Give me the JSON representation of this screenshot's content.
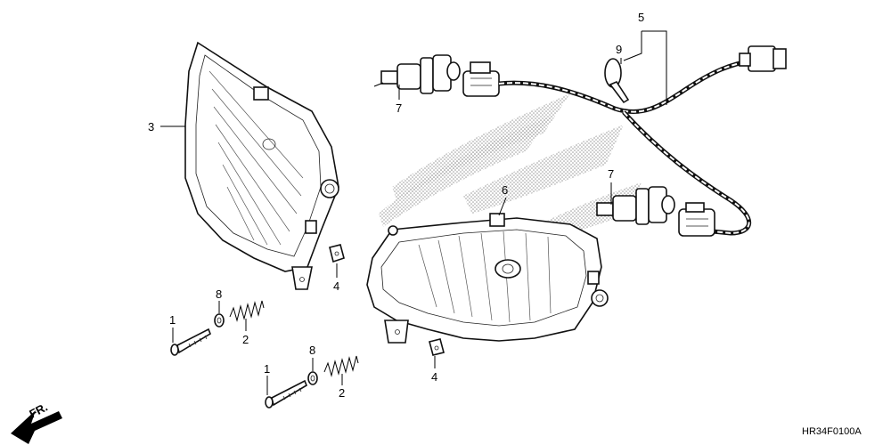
{
  "diagram": {
    "code": "HR34F0100A",
    "direction_label": "FR.",
    "callouts": {
      "bolt_a": "1",
      "bolt_b": "1",
      "spring_a": "2",
      "spring_b": "2",
      "housing_left": "3",
      "nut_a": "4",
      "nut_b": "4",
      "harness": "5",
      "housing_right": "6",
      "bulb_a": "7",
      "bulb_b": "7",
      "washer_a": "8",
      "washer_b": "8",
      "band": "9"
    }
  },
  "colors": {
    "line": "#000000",
    "stipple": "#9a9a9a",
    "background": "#ffffff"
  }
}
